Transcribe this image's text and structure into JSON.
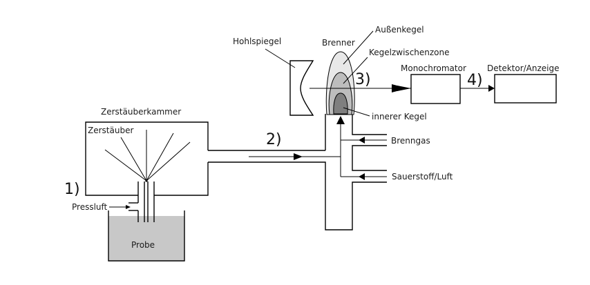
{
  "labels": {
    "chamber": "Zerstäuberkammer",
    "nebulizer": "Zerstäuber",
    "compressed_air": "Pressluft",
    "sample": "Probe",
    "mirror": "Hohlspiegel",
    "burner": "Brenner",
    "outer_cone": "Außenkegel",
    "intermediate_zone": "Kegelzwischenzone",
    "inner_cone": "innerer Kegel",
    "fuel_gas": "Brenngas",
    "oxidant": "Sauerstoff/Luft",
    "monochromator": "Monochromator",
    "detector": "Detektor/Anzeige"
  },
  "steps": {
    "s1": "1)",
    "s2": "2)",
    "s3": "3)",
    "s4": "4)"
  },
  "colors": {
    "liquid": "#c8c8c8",
    "outer_cone": "#e8e8e8",
    "intermediate_zone": "#bdbdbd",
    "inner_cone": "#7f7f7f"
  }
}
